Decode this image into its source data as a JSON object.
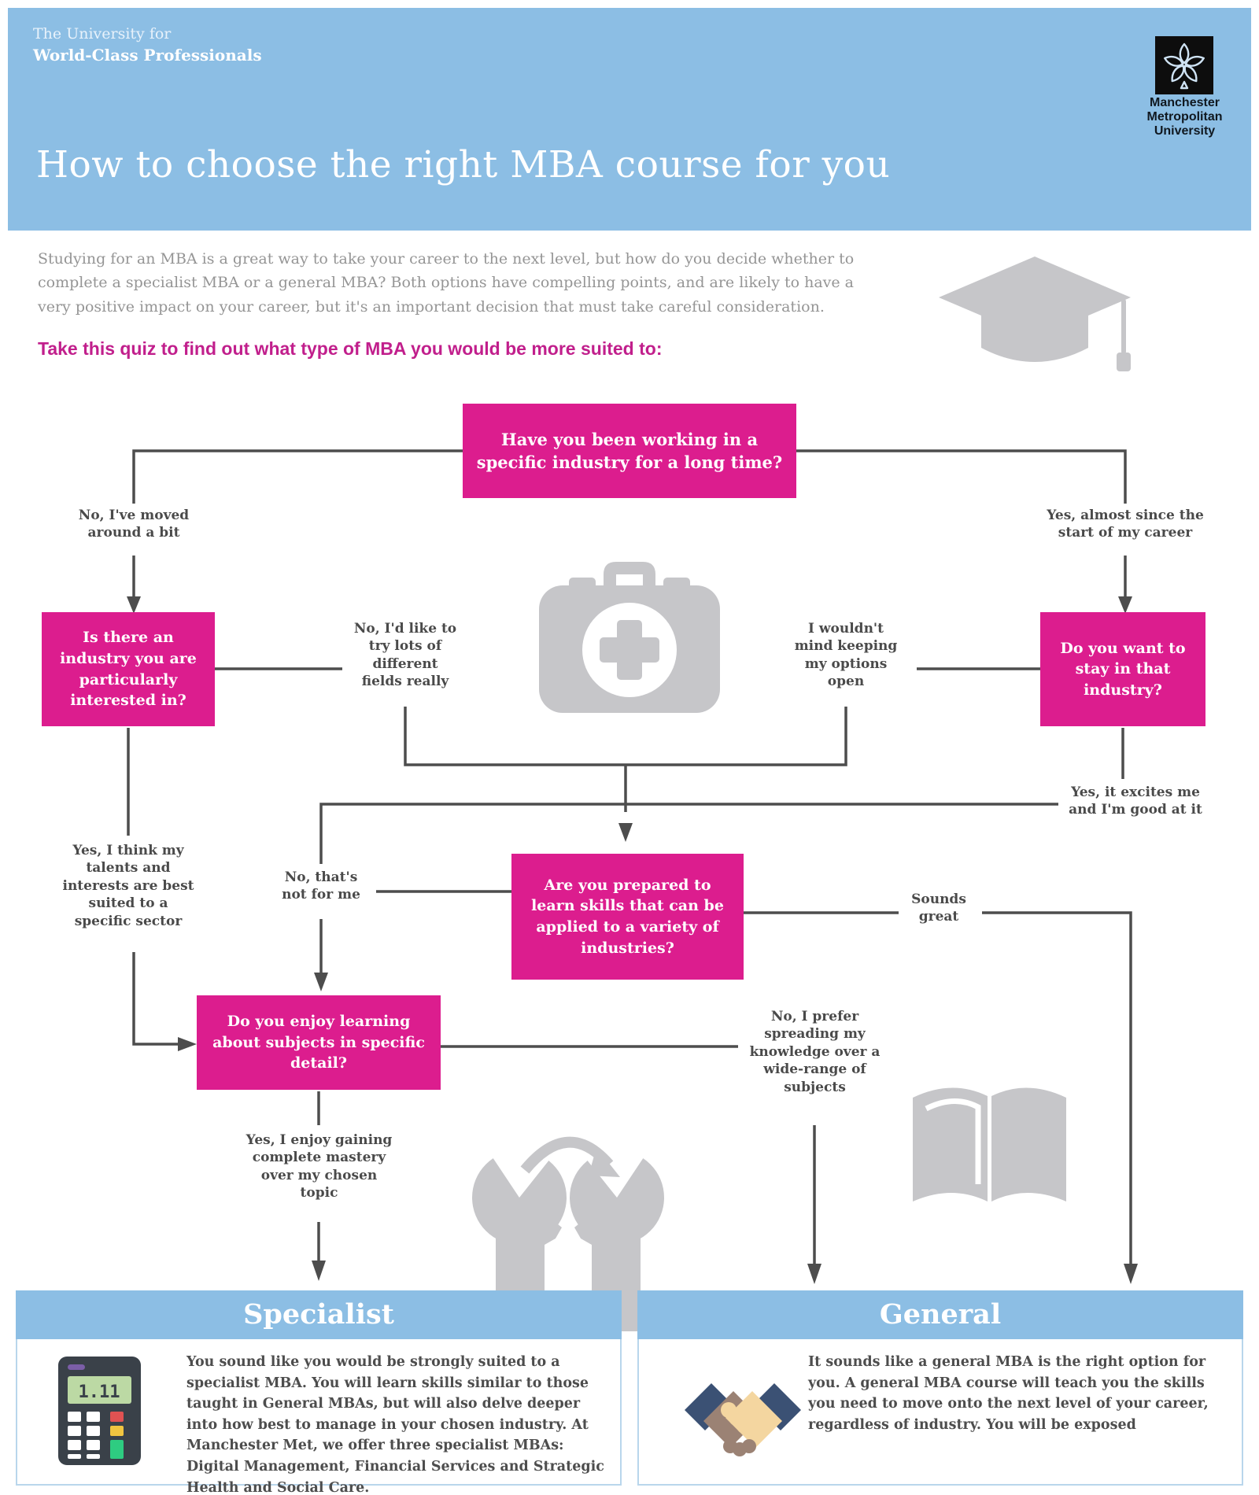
{
  "header": {
    "tagline1": "The University for",
    "tagline2": "World-Class Professionals",
    "title": "How to choose the right MBA course for you",
    "logo": {
      "l1": "Manchester",
      "l2": "Metropolitan",
      "l3": "University"
    }
  },
  "intro": {
    "text": "Studying for an MBA is a great way to take your career to the next level, but how do you decide whether to complete a specialist MBA or a general MBA? Both options have compelling points, and are likely to have a very positive impact on your career, but it's an important decision that must take careful consideration."
  },
  "quiz": {
    "prompt": "Take this quiz to find out what type of MBA you would be more suited to:"
  },
  "flow": {
    "q1": "Have you been working in a specific industry for a long time?",
    "q2": "Is there an industry you are particularly interested in?",
    "q3": "Do you want to stay in that industry?",
    "q4": "Are you prepared to learn skills that can be applied to a variety of industries?",
    "q5": "Do you enjoy learning about subjects in specific detail?",
    "a1_no": "No, I've moved around a bit",
    "a1_yes": "Yes, almost since the start of my career",
    "a2_no": "No, I'd like to try lots of different fields really",
    "a2_yes": "Yes, I think my talents and interests are best suited to a specific sector",
    "a3_no": "I wouldn't mind keeping my options open",
    "a3_yes": "Yes, it excites me and I'm good at it",
    "a4_no": "No, that's not for me",
    "a4_yes": "Sounds great",
    "a5_yes": "Yes, I enjoy gaining complete mastery over my chosen topic",
    "a5_no": "No, I prefer spreading my knowledge over a wide-range of subjects"
  },
  "results": {
    "specialist": {
      "title": "Specialist",
      "body": "You sound like you would be strongly suited to a specialist MBA. You will learn skills similar to those taught in General MBAs, but will also delve deeper into how best to manage in your chosen industry. At Manchester Met, we offer three specialist MBAs: Digital Management, Financial Services and Strategic Health and Social Care."
    },
    "general": {
      "title": "General",
      "body": "It sounds like a general MBA is the right option for you. A general MBA course will teach you the skills you need to move onto the next level of your career, regardless of industry. You will be exposed"
    }
  },
  "icons": {
    "logo": "mmu-flower-emblem",
    "quiz_section": "graduation-cap",
    "flow_middle": "first-aid-case",
    "flow_specialist_side": "knowledge-transfer-heads",
    "flow_general_side": "open-book",
    "specialist_result": "calculator",
    "general_result": "handshake",
    "calc_display": "1.11"
  },
  "colors": {
    "header_blue": "#8cbee4",
    "accent_pink": "#dc1d8e",
    "prompt_pink": "#c11f8c",
    "line_gray": "#4d4d4d",
    "icon_gray": "#c6c6c9"
  }
}
